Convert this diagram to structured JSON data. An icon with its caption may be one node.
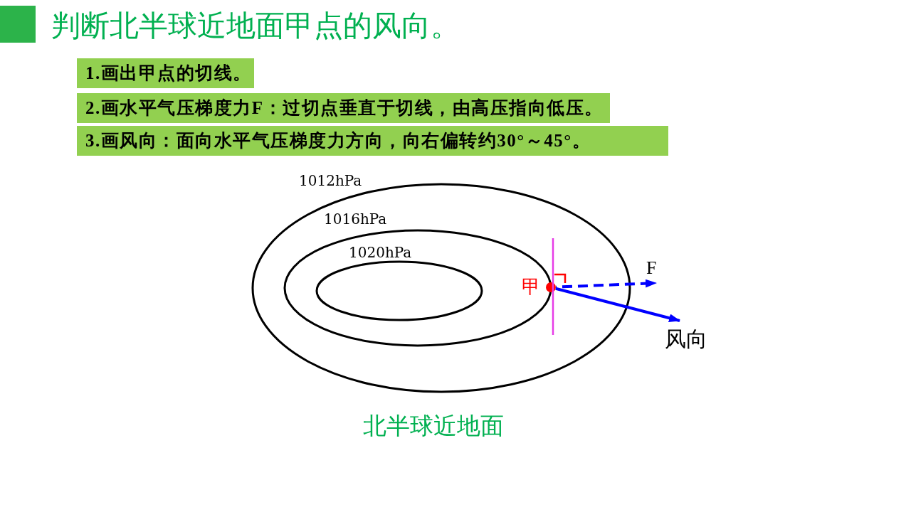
{
  "diagram": {
    "title": "判断北半球近地面甲点的风向。",
    "caption": "北半球近地面",
    "nodes": [
      {
        "text": [
          "1.画出甲点的切线。"
        ]
      },
      {
        "text": [
          "2.画水平气压梯度力F：过切点垂直于切线，由高压指向低压。"
        ]
      },
      {
        "text": [
          "3.画风向：面向水平气压梯度力方向，向右偏转约30°～45°。"
        ]
      },
      {
        "text": [
          "1012hPa"
        ]
      },
      {
        "text": [
          "1016hPa"
        ],
        "in": 3
      },
      {
        "text": [
          "1020hPa"
        ],
        "in": 4
      },
      {
        "text": [],
        "shape": "circle",
        "beside": [
          "甲"
        ],
        "in": 3
      }
    ],
    "edges": [
      {
        "from": 6,
        "to": null,
        "arrow": "to",
        "style": "dashed",
        "label": "F"
      },
      {
        "from": 6,
        "to": null,
        "arrow": "to",
        "label": "风向"
      }
    ]
  }
}
